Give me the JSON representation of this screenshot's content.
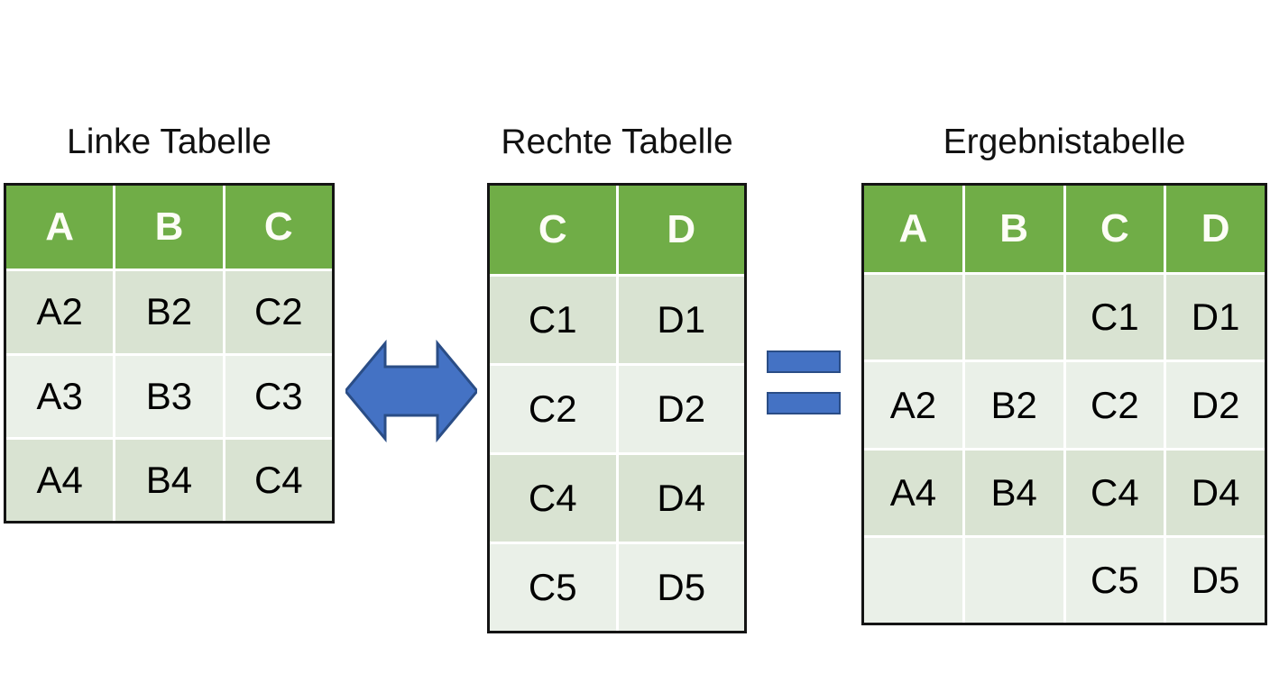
{
  "diagram": {
    "kind": "sql-join-illustration",
    "language": "de",
    "colors": {
      "header_green": "#70AD47",
      "row_band_dark": "#d9e3d2",
      "row_band_light": "#eaf0e8",
      "accent_blue": "#4472C4",
      "accent_blue_outline": "#2a4d86",
      "table_border": "#141414",
      "background": "#ffffff"
    }
  },
  "left_table": {
    "title": "Linke Tabelle",
    "headers": [
      "A",
      "B",
      "C"
    ],
    "rows": [
      [
        "A2",
        "B2",
        "C2"
      ],
      [
        "A3",
        "B3",
        "C3"
      ],
      [
        "A4",
        "B4",
        "C4"
      ]
    ]
  },
  "right_table": {
    "title": "Rechte Tabelle",
    "headers": [
      "C",
      "D"
    ],
    "rows": [
      [
        "C1",
        "D1"
      ],
      [
        "C2",
        "D2"
      ],
      [
        "C4",
        "D4"
      ],
      [
        "C5",
        "D5"
      ]
    ]
  },
  "result_table": {
    "title": "Ergebnistabelle",
    "headers": [
      "A",
      "B",
      "C",
      "D"
    ],
    "rows": [
      [
        "",
        "",
        "C1",
        "D1"
      ],
      [
        "A2",
        "B2",
        "C2",
        "D2"
      ],
      [
        "A4",
        "B4",
        "C4",
        "D4"
      ],
      [
        "",
        "",
        "C5",
        "D5"
      ]
    ]
  },
  "connectors": {
    "arrow": "double-headed-arrow-icon",
    "equals": "equals-sign-icon"
  }
}
